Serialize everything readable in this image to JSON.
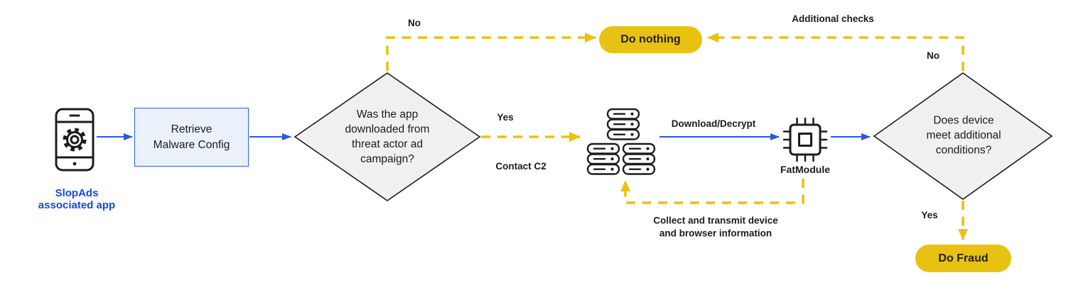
{
  "colors": {
    "ink": "#1c1c1c",
    "yellow": "#e8c212",
    "blue": "#2b57e0",
    "diamond-fill": "#f0f0f0",
    "box-fill": "#eaf1fb",
    "box-border": "#2b5ce6",
    "brand-blue": "#1747dd"
  },
  "app": {
    "label": "SlopAds\nassociated app",
    "icon": "smartphone-gear-icon"
  },
  "steps": {
    "retrieve": "Retrieve\nMalware Config",
    "decision_download": "Was the app\ndownloaded from\nthreat actor ad\ncampaign?",
    "do_nothing": "Do nothing",
    "fatmodule": "FatModule",
    "decision_conditions": "Does device\nmeet additional\nconditions?",
    "do_fraud": "Do Fraud"
  },
  "icons": {
    "c2_servers": "server-stack-icon",
    "fatmodule": "cpu-chip-icon"
  },
  "edge_labels": {
    "no_download": "No",
    "yes_download": "Yes",
    "contact_c2": "Contact C2",
    "download_decrypt": "Download/Decrypt",
    "collect_transmit": "Collect and transmit device\nand browser information",
    "additional_checks": "Additional checks",
    "no_conditions": "No",
    "yes_conditions": "Yes"
  }
}
